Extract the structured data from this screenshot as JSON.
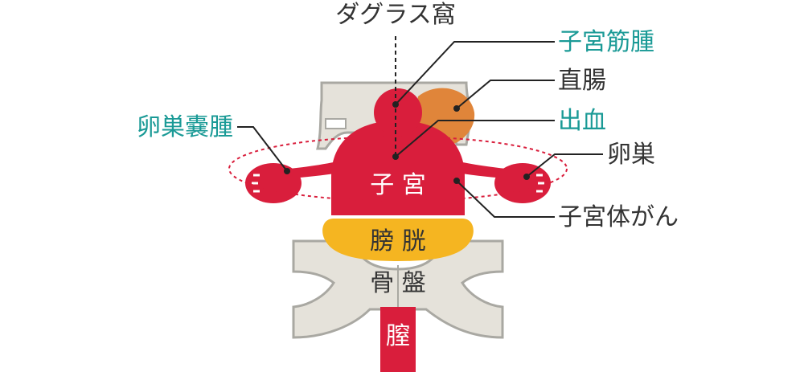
{
  "labels": {
    "douglas_pouch": "ダグラス窩",
    "uterine_fibroid": "子宮筋腫",
    "rectum": "直腸",
    "bleeding": "出血",
    "ovarian_cyst": "卵巣嚢腫",
    "ovary": "卵巣",
    "uterine_cancer": "子宮体がん"
  },
  "organs": {
    "uterus": "子 宮",
    "bladder": "膀 胱",
    "pelvis": "骨 盤",
    "vagina": "膣"
  },
  "colors": {
    "organ_red": "#d91e3c",
    "rectum_orange": "#e0853a",
    "bladder_yellow": "#f5b521",
    "bone_gray": "#e5e2da",
    "bone_outline": "#a9a8a2",
    "highlight_teal": "#1a9a96",
    "text_dark": "#333333"
  }
}
